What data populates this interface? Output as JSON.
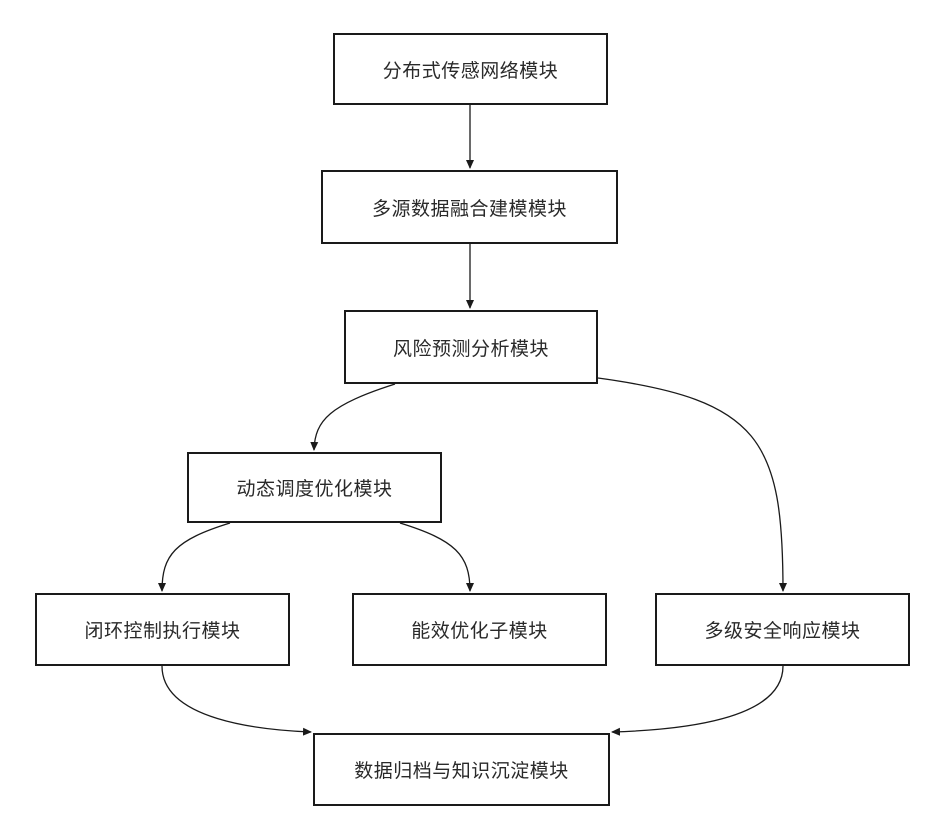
{
  "nodes": {
    "distributed_sensing": "分布式传感网络模块",
    "data_fusion": "多源数据融合建模模块",
    "risk_prediction": "风险预测分析模块",
    "dynamic_scheduling": "动态调度优化模块",
    "closed_loop_control": "闭环控制执行模块",
    "energy_efficiency": "能效优化子模块",
    "safety_response": "多级安全响应模块",
    "data_archiving": "数据归档与知识沉淀模块"
  },
  "edges": [
    {
      "from": "distributed_sensing",
      "to": "data_fusion"
    },
    {
      "from": "data_fusion",
      "to": "risk_prediction"
    },
    {
      "from": "risk_prediction",
      "to": "dynamic_scheduling"
    },
    {
      "from": "risk_prediction",
      "to": "safety_response"
    },
    {
      "from": "dynamic_scheduling",
      "to": "closed_loop_control"
    },
    {
      "from": "dynamic_scheduling",
      "to": "energy_efficiency"
    },
    {
      "from": "closed_loop_control",
      "to": "data_archiving"
    },
    {
      "from": "safety_response",
      "to": "data_archiving"
    }
  ],
  "colors": {
    "stroke": "#1a1a1a",
    "text": "#2a2a2a",
    "background": "#ffffff"
  }
}
